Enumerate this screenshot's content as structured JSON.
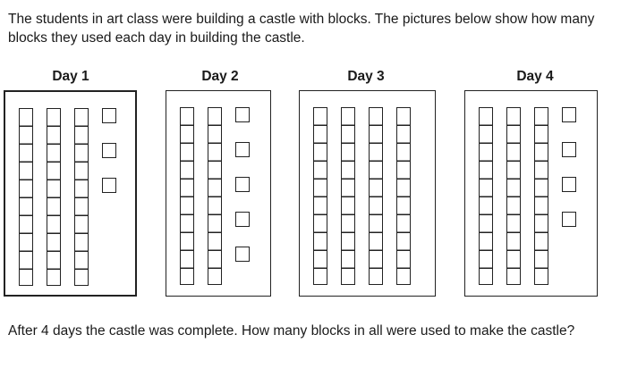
{
  "intro_text": "The students in art class were building a castle with blocks. The pictures below show how many blocks they used each day in building the castle.",
  "question_text": "After 4 days the castle was complete. How many blocks in all were used to make the castle?",
  "days": [
    {
      "label": "Day 1",
      "tens": 3,
      "ones": 3
    },
    {
      "label": "Day 2",
      "tens": 2,
      "ones": 5
    },
    {
      "label": "Day 3",
      "tens": 4,
      "ones": 0
    },
    {
      "label": "Day 4",
      "tens": 3,
      "ones": 4
    }
  ]
}
